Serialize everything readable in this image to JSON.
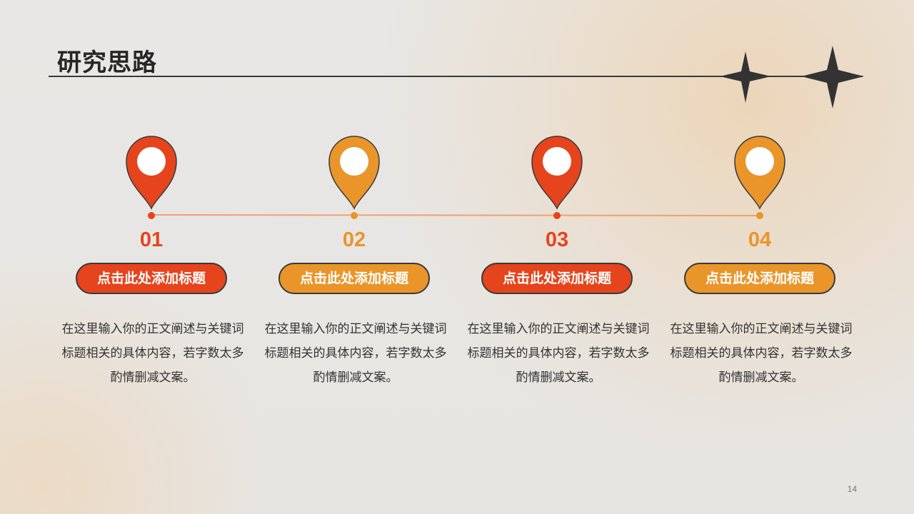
{
  "page": {
    "title": "研究思路",
    "page_number": "14"
  },
  "colors": {
    "red": "#e5441d",
    "orange": "#e9952a",
    "line": "#3a3a3a"
  },
  "steps": [
    {
      "number": "01",
      "heading": "点击此处添加标题",
      "body": "在这里输入你的正文阐述与关键词标题相关的具体内容，若字数太多酌情删减文案。",
      "color": "red"
    },
    {
      "number": "02",
      "heading": "点击此处添加标题",
      "body": "在这里输入你的正文阐述与关键词标题相关的具体内容，若字数太多酌情删减文案。",
      "color": "orange"
    },
    {
      "number": "03",
      "heading": "点击此处添加标题",
      "body": "在这里输入你的正文阐述与关键词标题相关的具体内容，若字数太多酌情删减文案。",
      "color": "red"
    },
    {
      "number": "04",
      "heading": "点击此处添加标题",
      "body": "在这里输入你的正文阐述与关键词标题相关的具体内容，若字数太多酌情删减文案。",
      "color": "orange"
    }
  ]
}
